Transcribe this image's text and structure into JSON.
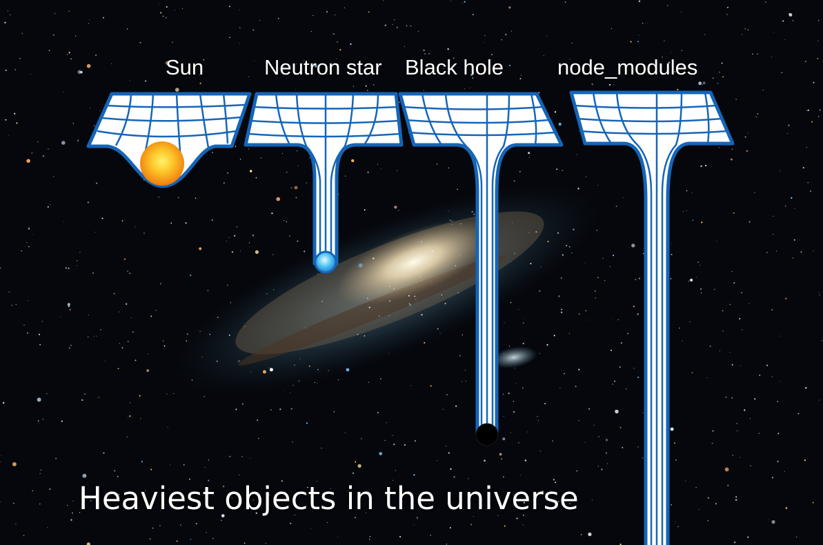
{
  "objects": [
    {
      "label": "Sun",
      "icon": "sun-icon",
      "color": "#fbb724"
    },
    {
      "label": "Neutron star",
      "icon": "neutron-star-icon",
      "color": "#3fb6f2"
    },
    {
      "label": "Black hole",
      "icon": "black-hole-icon",
      "color": "#000000"
    },
    {
      "label": "node_modules",
      "icon": "node-modules-well",
      "color": "#1565b8"
    }
  ],
  "caption": "Heaviest objects in the universe",
  "colors": {
    "space": "#05070c",
    "grid_line": "#1565b8",
    "grid_fill": "#ffffff",
    "galaxy_core": "#f3e6c4",
    "galaxy_dust": "#6b5237",
    "galaxy_halo": "#6f9fb6"
  }
}
